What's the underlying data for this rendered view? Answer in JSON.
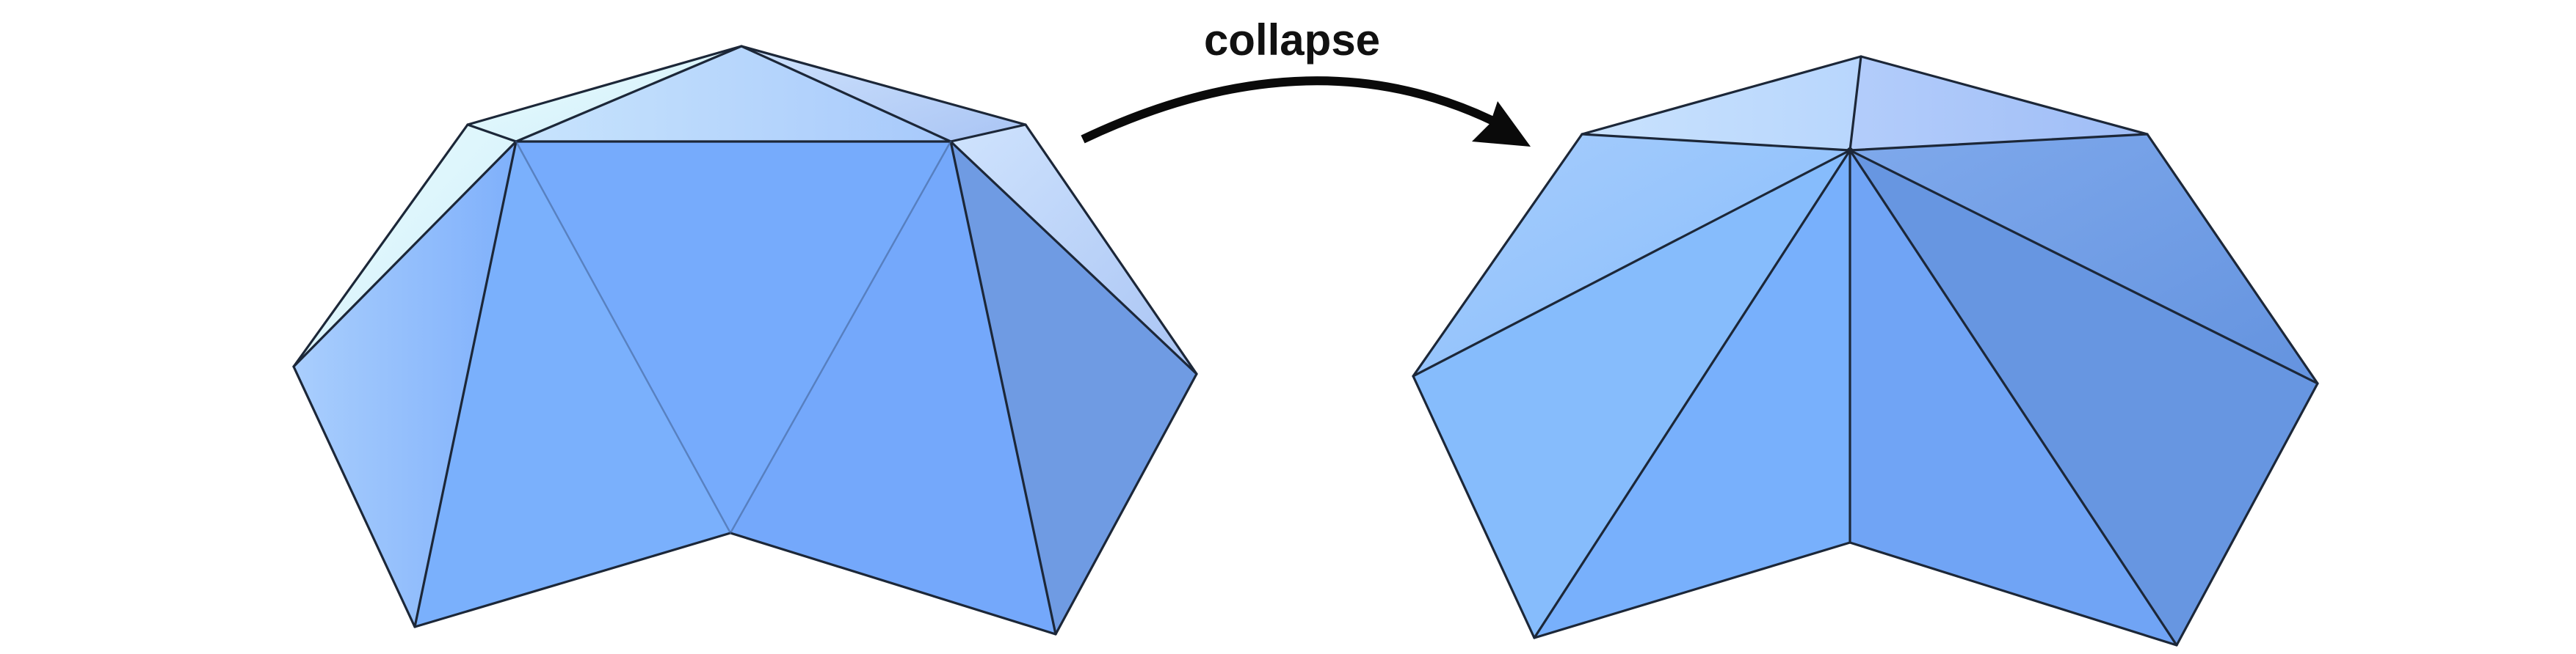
{
  "figure": {
    "operation_label": "collapse",
    "left_mesh": "mesh-before-collapse",
    "right_mesh": "mesh-after-collapse",
    "arrow": "curved-arrow-icon"
  },
  "colors": {
    "face_base": "#74a8fb",
    "face_dark": "#6a97e2",
    "face_light": "#a9cdfc",
    "top_light": "#e0f4fb",
    "edge": "#1c2738",
    "arrow": "#0a0a0a",
    "background": "#ffffff"
  }
}
